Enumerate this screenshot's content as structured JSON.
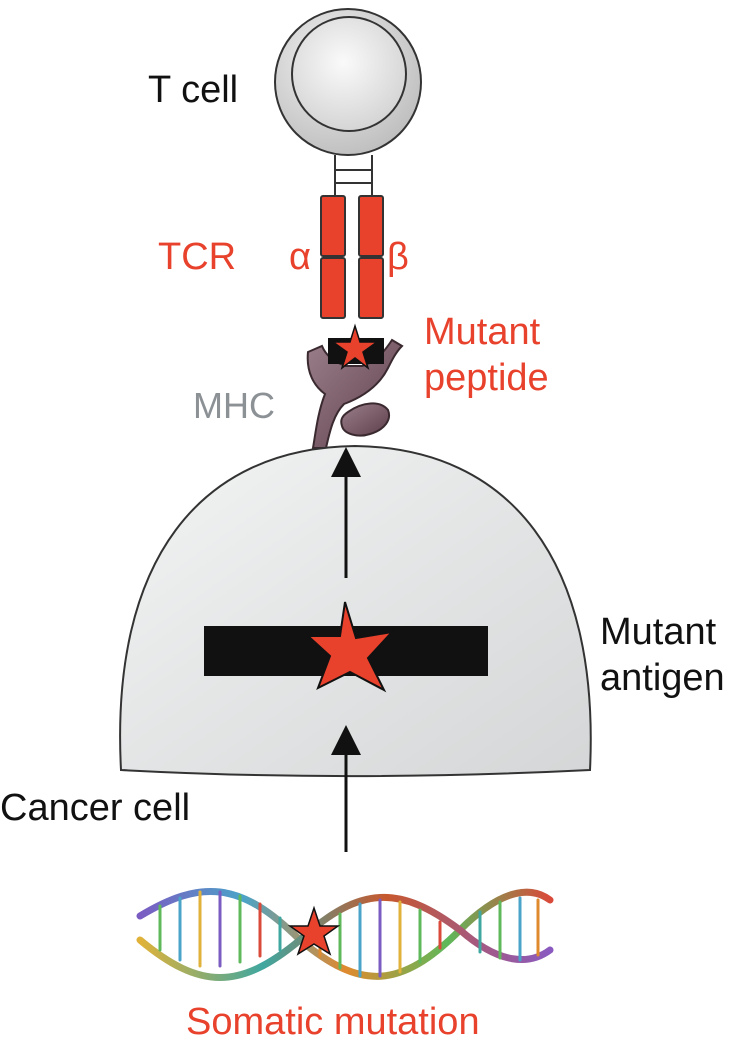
{
  "labels": {
    "t_cell": "T cell",
    "tcr": "TCR",
    "alpha": "α",
    "beta": "β",
    "mutant_peptide_line1": "Mutant",
    "mutant_peptide_line2": "peptide",
    "mhc": "MHC",
    "mutant_antigen_line1": "Mutant",
    "mutant_antigen_line2": "antigen",
    "cancer_cell": "Cancer cell",
    "somatic_mutation": "Somatic mutation"
  },
  "colors": {
    "red": "#e8412c",
    "black": "#111111",
    "gray_text": "#8c9196",
    "mhc_fill": "#7a5a66",
    "cell_fill": "#e3e4e5"
  }
}
